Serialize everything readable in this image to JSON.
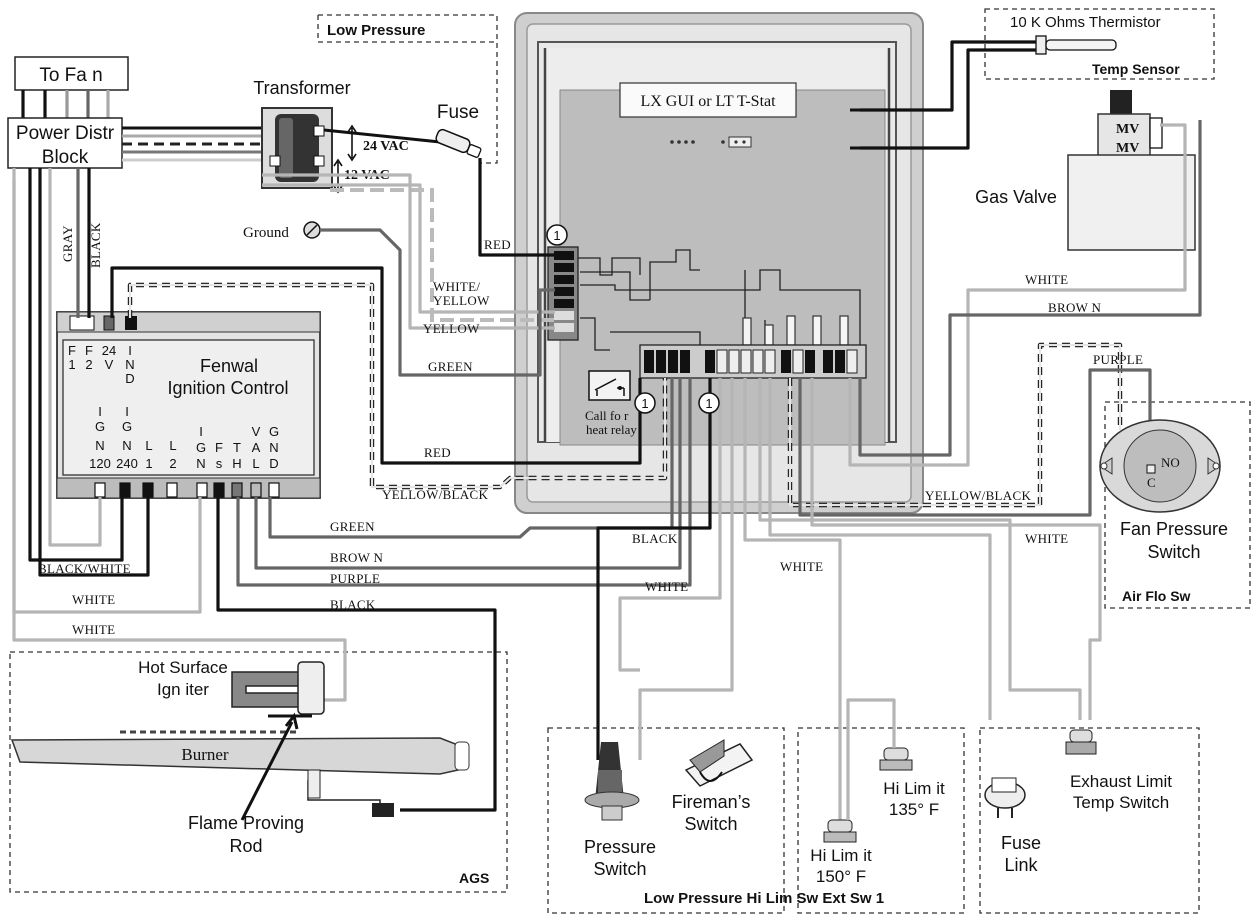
{
  "labels": {
    "to_fan": "To Fa n",
    "power_distr": "Power Distr",
    "block": "Block",
    "transformer": "Transformer",
    "low_pressure_top": "Low Pressure",
    "fuse": "Fuse",
    "vac24": "24 VAC",
    "vac12": "12 VAC",
    "ground": "Ground",
    "thermistor": "10 K Ohms Thermistor",
    "temp_sensor": "Temp Sensor",
    "lx_gui": "LX GUI or LT T-Stat",
    "mv1": "MV",
    "mv2": "MV",
    "gas_valve": "Gas Valve",
    "fenwal": "Fenwal",
    "ignition_control": "Ignition Control",
    "call_relay_1": "Call fo r",
    "call_relay_2": "heat relay",
    "fan_pressure_1": "Fan Pressure",
    "fan_pressure_2": "Switch",
    "air_flo_sw": "Air Flo Sw",
    "contact_c": "C",
    "contact_no": "NO",
    "hot_surface": "Hot Surface",
    "igniter": "Ign iter",
    "burner": "Burner",
    "flame_proving": "Flame Proving",
    "rod": "Rod",
    "ags": "AGS",
    "pressure_switch_1": "Pressure",
    "pressure_switch_2": "Switch",
    "firemans_1": "Fireman’s",
    "firemans_2": "Switch",
    "hilim150_1": "Hi Lim it",
    "hilim150_2": "150° F",
    "hilim135_1": "Hi Lim it",
    "hilim135_2": "135° F",
    "fuse_link_1": "Fuse",
    "fuse_link_2": "Link",
    "exhaust_1": "Exhaust Limit",
    "exhaust_2": "Temp Switch",
    "bottom_group": "Low Pressure Hi Lim Sw Ext Sw 1",
    "marker": "1"
  },
  "fenwal_terminals": {
    "f1": [
      "F",
      "1"
    ],
    "f2": [
      "F",
      "2"
    ],
    "v24": [
      "24",
      "V"
    ],
    "ind": [
      "I",
      "N",
      "D"
    ],
    "ign120": [
      "I",
      "G",
      "N",
      "120"
    ],
    "ign240": [
      "I",
      "G",
      "N",
      "240"
    ],
    "l1": [
      "L",
      "1"
    ],
    "l2": [
      "L",
      "2"
    ],
    "ign": [
      "I",
      "G",
      "N"
    ],
    "fs": [
      "F",
      "s"
    ],
    "th": [
      "T",
      "H"
    ],
    "val": [
      "V",
      "A",
      "L"
    ],
    "gnd": [
      "G",
      "N",
      "D"
    ]
  },
  "wires": {
    "gray": "GRAY",
    "black_vert": "BLACK",
    "red_top": "RED",
    "white_yellow_1": "WHITE/",
    "white_yellow_2": "YELLOW",
    "yellow": "YELLOW",
    "green_mid": "GREEN",
    "red_mid": "RED",
    "yellow_black_left": "YELLOW/BLACK",
    "yellow_black_right": "YELLOW/BLACK",
    "green_low": "GREEN",
    "brown_low": "BROW N",
    "purple_low": "PURPLE",
    "black_low": "BLACK",
    "black_white": "BLACK/WHITE",
    "white_1": "WHITE",
    "white_2": "WHITE",
    "black_center": "BLACK",
    "white_center": "WHITE",
    "white_mid": "WHITE",
    "white_right_top": "WHITE",
    "brown_right": "BROW N",
    "purple_right": "PURPLE",
    "white_right_low": "WHITE"
  }
}
